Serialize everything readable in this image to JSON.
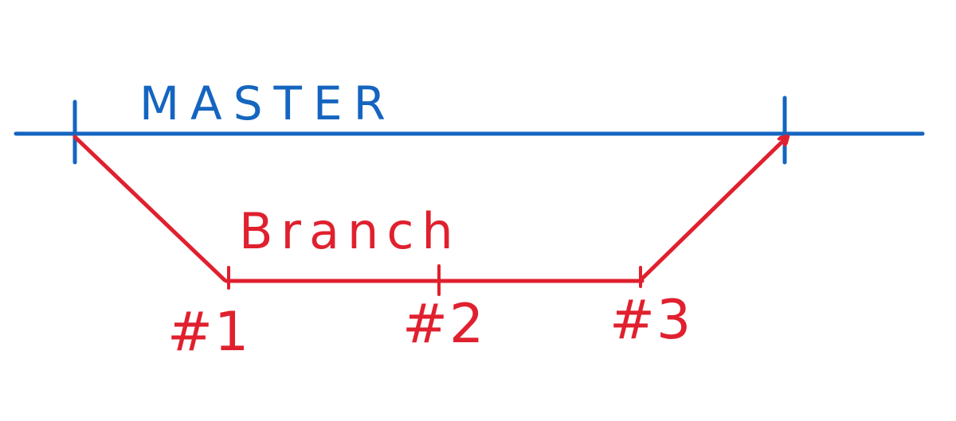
{
  "colors": {
    "master": "#1565c0",
    "branch": "#e0202e",
    "background": "#ffffff"
  },
  "master": {
    "label": "MASTER"
  },
  "branch": {
    "label": "Branch"
  },
  "commits": [
    {
      "label": "#1"
    },
    {
      "label": "#2"
    },
    {
      "label": "#3"
    }
  ]
}
